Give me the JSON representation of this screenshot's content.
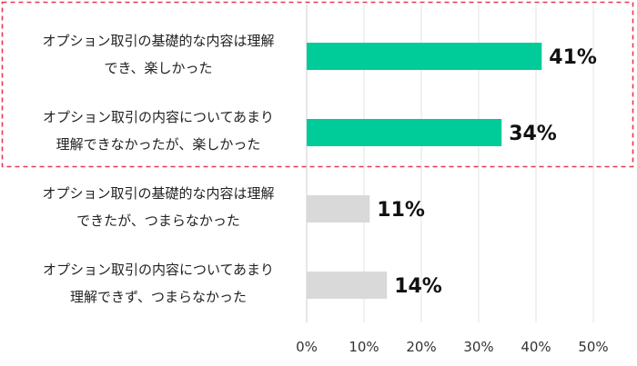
{
  "chart_data": {
    "type": "bar",
    "orientation": "horizontal",
    "categories": [
      [
        "オプション取引の基礎的な内容は理解",
        "でき、楽しかった"
      ],
      [
        "オプション取引の内容についてあまり",
        "理解できなかったが、楽しかった"
      ],
      [
        "オプション取引の基礎的な内容は理解",
        "できたが、つまらなかった"
      ],
      [
        "オプション取引の内容についてあまり",
        "理解できず、つまらなかった"
      ]
    ],
    "values": [
      41,
      34,
      11,
      14
    ],
    "value_labels": [
      "41%",
      "34%",
      "11%",
      "14%"
    ],
    "bar_colors": [
      "#00cc99",
      "#00cc99",
      "#d9d9d9",
      "#d9d9d9"
    ],
    "xlim": [
      0,
      50
    ],
    "xticks": [
      0,
      10,
      20,
      30,
      40,
      50
    ],
    "xtick_labels": [
      "0%",
      "10%",
      "20%",
      "30%",
      "40%",
      "50%"
    ],
    "grid": true,
    "highlight": {
      "rows": [
        0,
        1
      ],
      "color": "#e8384f",
      "style": "dashed"
    }
  }
}
